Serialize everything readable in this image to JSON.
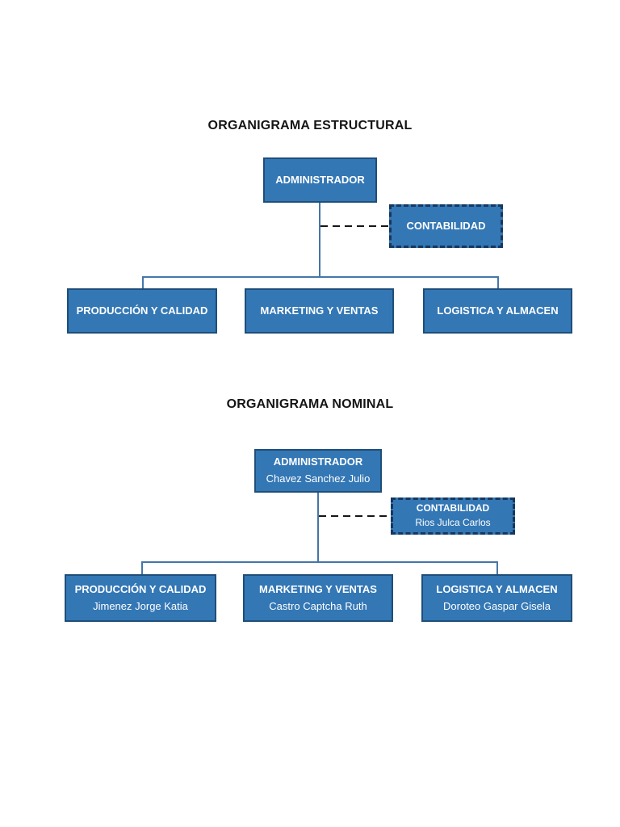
{
  "colors": {
    "box_fill": "#3377B5",
    "box_border": "#1F4E79",
    "dashed_box_border": "#17375E",
    "connector_line": "#4576A9",
    "dashed_connector": "#161616",
    "box_text": "#ffffff",
    "title_text": "#151515",
    "page_background": "#ffffff"
  },
  "charts": [
    {
      "title": "ORGANIGRAMA ESTRUCTURAL",
      "nodes": {
        "administrador": {
          "label": "ADMINISTRADOR"
        },
        "contabilidad": {
          "label": "CONTABILIDAD"
        },
        "produccion": {
          "label": "PRODUCCIÓN Y CALIDAD"
        },
        "marketing": {
          "label": "MARKETING Y VENTAS"
        },
        "logistica": {
          "label": "LOGISTICA Y ALMACEN"
        }
      }
    },
    {
      "title": "ORGANIGRAMA NOMINAL",
      "nodes": {
        "administrador": {
          "label": "ADMINISTRADOR",
          "name": "Chavez Sanchez Julio"
        },
        "contabilidad": {
          "label": "CONTABILIDAD",
          "name": "Rios Julca Carlos"
        },
        "produccion": {
          "label": "PRODUCCIÓN Y CALIDAD",
          "name": "Jimenez Jorge Katia"
        },
        "marketing": {
          "label": "MARKETING Y VENTAS",
          "name": "Castro Captcha Ruth"
        },
        "logistica": {
          "label": "LOGISTICA Y ALMACEN",
          "name": "Doroteo Gaspar Gisela"
        }
      }
    }
  ]
}
